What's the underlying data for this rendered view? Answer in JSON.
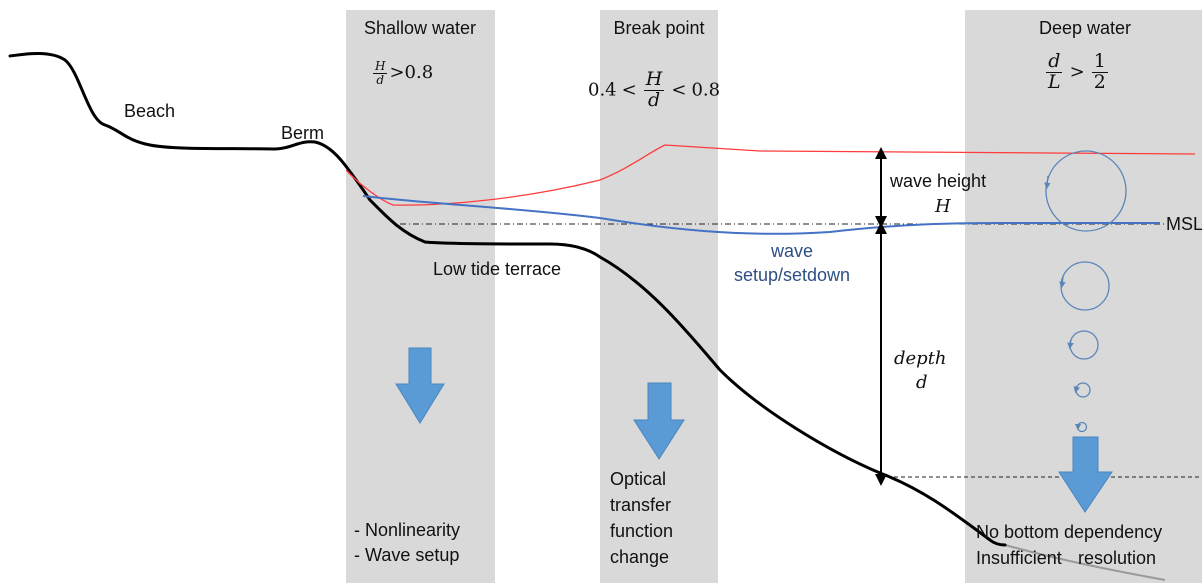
{
  "zones": {
    "shallow": {
      "title": "Shallow water",
      "formula_num": "H",
      "formula_den": "d",
      "formula_rel": ">0.8"
    },
    "break": {
      "title": "Break point",
      "formula_lower": "0.4",
      "formula_lt": "<",
      "formula_num": "H",
      "formula_den": "d",
      "formula_upper": "0.8"
    },
    "deep": {
      "title": "Deep water",
      "formula_num": "d",
      "formula_den": "L",
      "formula_gt": ">",
      "half_num": "1",
      "half_den": "2"
    }
  },
  "labels": {
    "beach": "Beach",
    "berm": "Berm",
    "low_tide_terrace": "Low tide terrace",
    "wave_height": "wave height",
    "wave_height_symbol": "H",
    "msl": "MSL",
    "wave_setup_1": "wave",
    "wave_setup_2": "setup/setdown",
    "depth_word": "depth",
    "depth_symbol": "d"
  },
  "effects": {
    "shallow": [
      "- Nonlinearity",
      "- Wave setup"
    ],
    "break": [
      "Optical",
      "transfer",
      "function",
      "change"
    ],
    "deep_1": "No bottom dependency",
    "deep_2_a": "Insufficient",
    "deep_2_b": "resolution"
  },
  "colors": {
    "zone_band": "#d9d9d9",
    "bathymetry": "#000000",
    "wave_height_line": "#ff3b3b",
    "setup_line": "#4472c4",
    "arrow": "#5b9bd5",
    "orbit": "#5a86b8",
    "label_blue": "#2e4f84",
    "text": "#111111"
  },
  "icons": {
    "down_arrow": "down-arrow-icon",
    "orbit": "orbit-circle-icon"
  }
}
